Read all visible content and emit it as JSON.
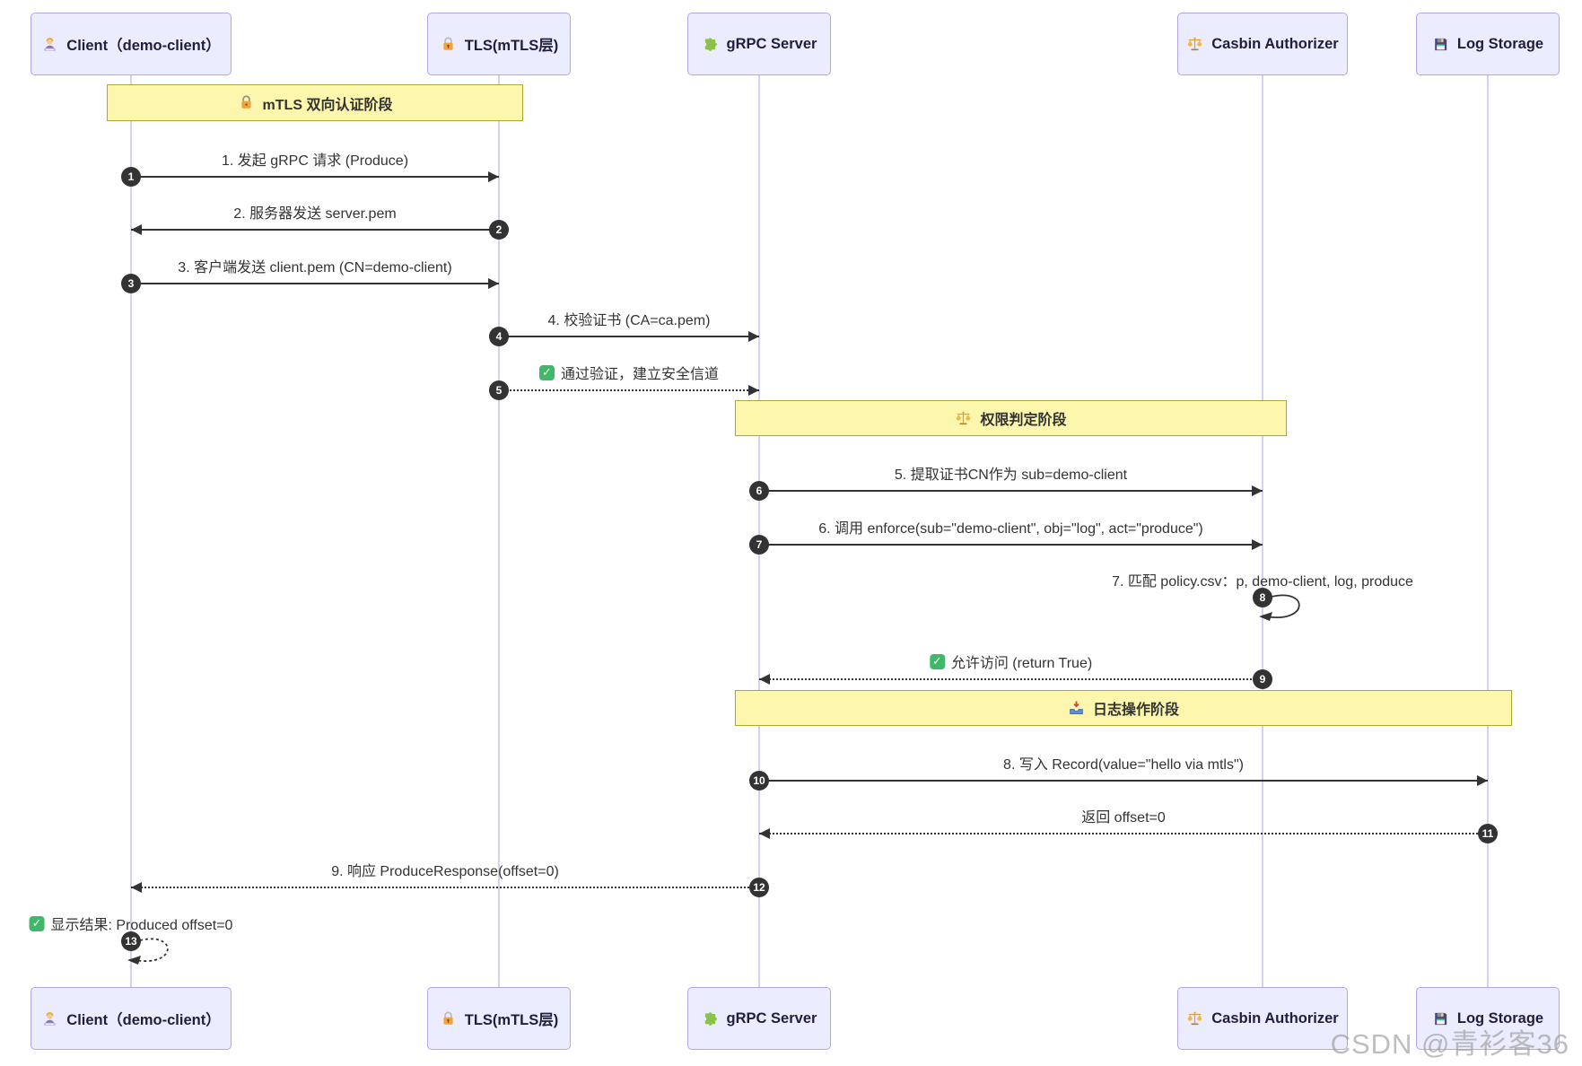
{
  "participants": [
    {
      "id": "client",
      "label": "Client（demo-client）",
      "icon": "technologist"
    },
    {
      "id": "tls",
      "label": "TLS(mTLS层)",
      "icon": "lock-key"
    },
    {
      "id": "grpc",
      "label": "gRPC Server",
      "icon": "puzzle"
    },
    {
      "id": "casbin",
      "label": "Casbin Authorizer",
      "icon": "scales"
    },
    {
      "id": "log",
      "label": "Log Storage",
      "icon": "floppy"
    }
  ],
  "phases": [
    {
      "label": "mTLS 双向认证阶段",
      "icon": "lock",
      "from": "client",
      "to": "tls"
    },
    {
      "label": "权限判定阶段",
      "icon": "scales",
      "from": "grpc",
      "to": "casbin"
    },
    {
      "label": "日志操作阶段",
      "icon": "inbox",
      "from": "grpc",
      "to": "log"
    }
  ],
  "messages": [
    {
      "seq": 1,
      "text": "1. 发起 gRPC 请求 (Produce)",
      "from": "client",
      "to": "tls",
      "line": "solid",
      "check": false
    },
    {
      "seq": 2,
      "text": "2. 服务器发送 server.pem",
      "from": "tls",
      "to": "client",
      "line": "solid",
      "check": false
    },
    {
      "seq": 3,
      "text": "3. 客户端发送 client.pem (CN=demo-client)",
      "from": "client",
      "to": "tls",
      "line": "solid",
      "check": false
    },
    {
      "seq": 4,
      "text": "4. 校验证书 (CA=ca.pem)",
      "from": "tls",
      "to": "grpc",
      "line": "solid",
      "check": false
    },
    {
      "seq": 5,
      "text": "通过验证，建立安全信道",
      "from": "tls",
      "to": "grpc",
      "line": "dashed",
      "check": true
    },
    {
      "seq": 6,
      "text": "5. 提取证书CN作为 sub=demo-client",
      "from": "grpc",
      "to": "casbin",
      "line": "solid",
      "check": false
    },
    {
      "seq": 7,
      "text": "6. 调用 enforce(sub=\"demo-client\", obj=\"log\", act=\"produce\")",
      "from": "grpc",
      "to": "casbin",
      "line": "solid",
      "check": false
    },
    {
      "seq": 8,
      "text": "7. 匹配 policy.csv：p, demo-client, log, produce",
      "from": "casbin",
      "to": "casbin",
      "line": "solid",
      "check": false
    },
    {
      "seq": 9,
      "text": "允许访问 (return True)",
      "from": "casbin",
      "to": "grpc",
      "line": "dashed",
      "check": true
    },
    {
      "seq": 10,
      "text": "8. 写入 Record(value=\"hello via mtls\")",
      "from": "grpc",
      "to": "log",
      "line": "solid",
      "check": false
    },
    {
      "seq": 11,
      "text": "返回 offset=0",
      "from": "log",
      "to": "grpc",
      "line": "dashed",
      "check": false
    },
    {
      "seq": 12,
      "text": "9. 响应 ProduceResponse(offset=0)",
      "from": "grpc",
      "to": "client",
      "line": "dashed",
      "check": false
    },
    {
      "seq": 13,
      "text": "显示结果: Produced offset=0",
      "from": "client",
      "to": "client",
      "line": "dashed",
      "check": true
    }
  ],
  "watermark": "CSDN @青衫客36",
  "colors": {
    "actor_fill": "#ECECFF",
    "actor_border": "#B3A6E3",
    "phase_fill": "#FDF6AD",
    "phase_border": "#AAAA33",
    "arrow": "#333333",
    "lifeline": "#D8CFF2",
    "check_green": "#3FB968",
    "seq_badge": "#333333",
    "watermark": "#969696"
  }
}
